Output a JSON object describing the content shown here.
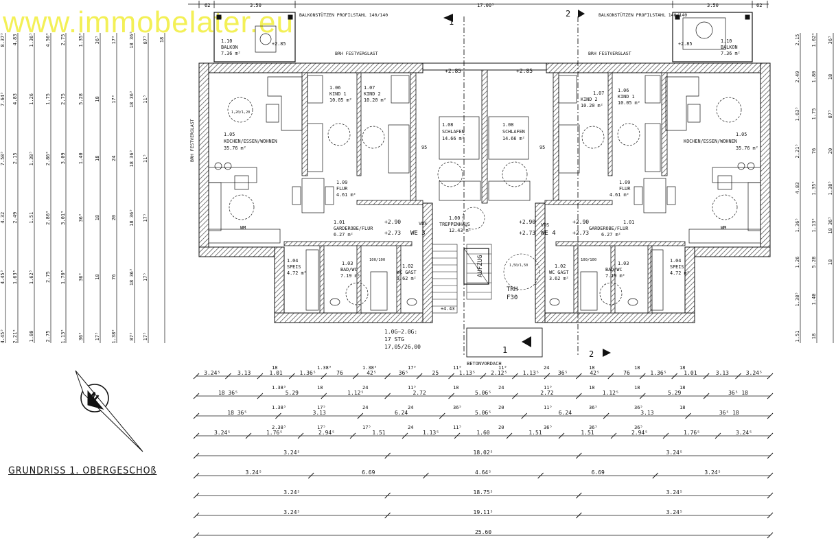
{
  "watermark": "www.immobelater.eu",
  "title": "GRUNDRISS 1. OBERGESCHOß",
  "colors": {
    "wall_hatch": "#555555",
    "line": "#111111",
    "watermark": "#f2ee3a"
  },
  "top_labels": {
    "left_balcony_support": "BALKONSTÜTZEN PROFILSTAHL 140/140",
    "right_balcony_support": "BALKONSTÜTZEN PROFILSTAHL 140/140",
    "left_glazing": "BRH FESTVERGLAST",
    "right_glazing": "BRH FESTVERGLAST",
    "side_glazing": "BRH FESTVERGLAST",
    "dim_top_left": "3.50",
    "dim_top_mid": "17.00⁵",
    "dim_top_right": "3.50",
    "dim_62_l": "62",
    "dim_62_r": "62"
  },
  "rooms": {
    "l_balcony": [
      "1.10",
      "BALKON",
      "7.36 m²"
    ],
    "r_balcony": [
      "1.10",
      "BALKON",
      "7.36 m²"
    ],
    "l_living": [
      "1.05",
      "KOCHEN/ESSEN/WOHNEN",
      "35.76 m²"
    ],
    "r_living": [
      "1.05",
      "KOCHEN/ESSEN/WOHNEN",
      "35.76 m²"
    ],
    "l_kind1": [
      "1.06",
      "KIND 1",
      "10.05 m²"
    ],
    "l_kind2": [
      "1.07",
      "KIND 2",
      "10.20 m²"
    ],
    "r_kind2": [
      "1.07",
      "KIND 2",
      "10.20 m²"
    ],
    "r_kind1": [
      "1.06",
      "KIND 1",
      "10.05 m²"
    ],
    "l_schlafen": [
      "1.08",
      "SCHLAFEN",
      "14.66 m²"
    ],
    "r_schlafen": [
      "1.08",
      "SCHLAFEN",
      "14.66 m²"
    ],
    "l_flur": [
      "1.09",
      "FLUR",
      "4.61 m²"
    ],
    "r_flur": [
      "1.09",
      "FLUR",
      "4.61 m²"
    ],
    "l_garderobe": [
      "1.01",
      "GARDEROBE/FLUR",
      "6.27 m²"
    ],
    "r_garderobe": [
      "1.01",
      "GARDEROBE/FLUR",
      "6.27 m²"
    ],
    "treppenhaus": [
      "1.00",
      "TREPPENHAUS",
      "12.43 m²"
    ],
    "l_speis": [
      "1.04",
      "SPEIS",
      "4.72 m²"
    ],
    "r_speis": [
      "1.04",
      "SPEIS",
      "4.72 m²"
    ],
    "l_bad": [
      "1.03",
      "BAD/WC",
      "7.19 m²"
    ],
    "r_bad": [
      "1.03",
      "BAD/WC",
      "7.19 m²"
    ],
    "l_wc": [
      "1.02",
      "WC GAST",
      "3.62 m²"
    ],
    "r_wc": [
      "1.02",
      "WC GAST",
      "3.62 m²"
    ]
  },
  "misc": {
    "we3": "WE 3",
    "we4": "WE 4",
    "vds1": "VDS",
    "vds2": "VDS",
    "aufzug": "AUFZUG",
    "trh": "TRH",
    "f30": "F30",
    "stairs_1": "1.0G–2.0G:",
    "stairs_2": "17 STG",
    "stairs_3": "17,05/26,00",
    "betonvordach": "BETONVORDACH",
    "wm_l": "WM",
    "wm_r": "WM",
    "lvl_285_a": "+2.85",
    "lvl_285_b": "+2.85",
    "lvl_285_c": "+2.85",
    "lvl_285_d": "+2.85",
    "lvl_290_a": "+2.90",
    "lvl_290_b": "+2.90",
    "lvl_290_c": "+2.90",
    "lvl_273_a": "+2.73",
    "lvl_273_b": "+2.73",
    "lvl_273_c": "+2.73",
    "lvl_443": "+4.43",
    "circle_120": "1,20/1,20",
    "circle_150": "1,50/1,50",
    "w95_l": "95",
    "w95_r": "95",
    "w100_l": "100/100",
    "w100_r": "100/100",
    "sec1_top": "1",
    "sec1_bot": "1",
    "sec2_top": "2",
    "sec2_bot": "2"
  },
  "dims_rows": [
    [
      "3.24⁵",
      "3.13",
      "1.01",
      "1.36⁵",
      "76",
      "42⁵",
      "36⁵",
      "25",
      "1.13⁵",
      "2.12⁵",
      "1.13⁵",
      "36⁵",
      "42⁵",
      "76",
      "1.36⁵",
      "1.01",
      "3.13",
      "3.24⁵"
    ],
    [
      "18 36⁵",
      "5.29",
      "1.12⁵",
      "2.72",
      "5.06⁵",
      "2.72",
      "1.12⁵",
      "5.29",
      "36⁵ 18"
    ],
    [
      "18 36⁵",
      "3.13",
      "6.24",
      "5.06⁵",
      "6.24",
      "3.13",
      "36⁵ 18"
    ],
    [
      "3.24⁵",
      "1.76⁵",
      "2.94⁵",
      "1.51",
      "1.13⁵",
      "1.60",
      "1.51",
      "1.51",
      "2.94⁵",
      "1.76⁵",
      "3.24⁵"
    ],
    [
      "3.24⁵",
      "18.02⁵",
      "3.24⁵"
    ],
    [
      "3.24⁵",
      "6.69",
      "4.64⁵",
      "6.69",
      "3.24⁵"
    ],
    [
      "3.24⁵",
      "18.75⁵",
      "3.24⁵"
    ],
    [
      "3.24⁵",
      "19.11⁵",
      "3.24⁵"
    ],
    [
      "25.60"
    ]
  ],
  "dims_small": [
    "18",
    "1.38⁵",
    "1.38⁵",
    "2.38⁵",
    "1.38⁵",
    "18",
    "17⁵",
    "17⁵",
    "1.38⁵",
    "24",
    "24",
    "17⁵",
    "17⁵",
    "11⁵",
    "24",
    "24",
    "11⁵",
    "18",
    "36⁵",
    "11⁵",
    "11⁵",
    "24",
    "20",
    "20",
    "24",
    "11⁵",
    "11⁵",
    "36⁵",
    "18",
    "18",
    "36⁵",
    "36⁵",
    "18",
    "18",
    "36⁵",
    "36⁵",
    "18",
    "18",
    "18"
  ],
  "dims_left": [
    "8.37⁵",
    "7.64⁵",
    "7.58⁵",
    "4.32",
    "4.45⁵",
    "4.45⁵",
    "4.83",
    "4.83",
    "2.15",
    "2.49",
    "1.63⁵",
    "2.21⁵",
    "1.36⁵",
    "1.26",
    "1.38⁵",
    "1.51",
    "1.62⁵",
    "1.80",
    "4.56⁵",
    "1.75",
    "2.86⁵",
    "2.86⁵",
    "2.75",
    "2.75",
    "2.75",
    "2.75",
    "3.09",
    "3.01⁵",
    "1.70⁵",
    "1.13⁵",
    "1.35⁵",
    "5.28",
    "1.40",
    "36⁵",
    "36⁵",
    "36⁵",
    "36⁵",
    "18",
    "18",
    "18",
    "18",
    "17⁵",
    "17⁵",
    "17⁵",
    "24",
    "20",
    "76",
    "1.38⁵",
    "18 36⁵",
    "18 36⁵",
    "18 36⁵",
    "18 36⁵",
    "18 36⁵",
    "87⁵",
    "87⁵",
    "11⁵",
    "11⁵",
    "17⁵",
    "17⁵",
    "17⁵",
    "18"
  ],
  "dims_right": [
    "2.15",
    "2.49",
    "1.63⁵",
    "2.21⁵",
    "4.83",
    "1.36⁵",
    "1.26",
    "1.38⁵",
    "1.51",
    "1.62⁵",
    "1.80",
    "1.75",
    "76",
    "1.35⁵",
    "1.13⁵",
    "5.28",
    "1.40",
    "18",
    "36⁵",
    "18",
    "87⁵",
    "20",
    "1.38⁵",
    "18 36⁵",
    "18"
  ]
}
